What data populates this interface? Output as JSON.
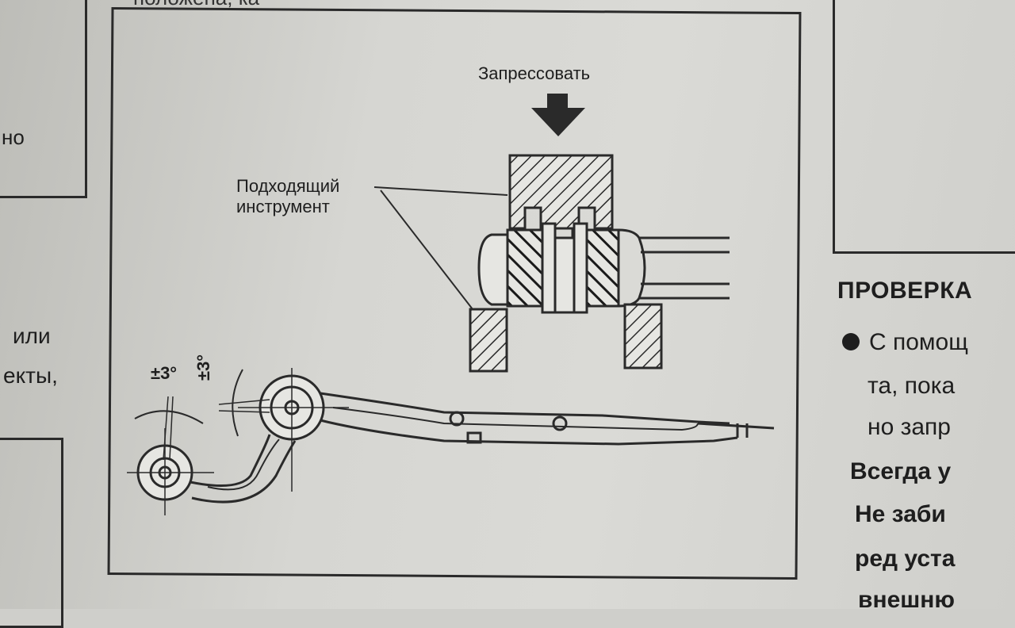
{
  "page": {
    "top_fragment": "положена, ка",
    "left_fragments": [
      "но",
      "или",
      "екты,"
    ]
  },
  "figure": {
    "label_press": "Запрессовать",
    "label_tool": "Подходящий инструмент",
    "angle_left": "±3°",
    "angle_right": "±3°"
  },
  "right_column": {
    "heading": "ПРОВЕРКА",
    "bullet_text": "С помощ",
    "line2": "та, пока",
    "line3": "но запр",
    "bold_lines": [
      "Всегда у",
      "Не заби",
      "ред уста",
      "внешню"
    ]
  },
  "icons": {
    "arrow": "press-arrow-icon",
    "bullet": "bullet-dot-icon"
  }
}
